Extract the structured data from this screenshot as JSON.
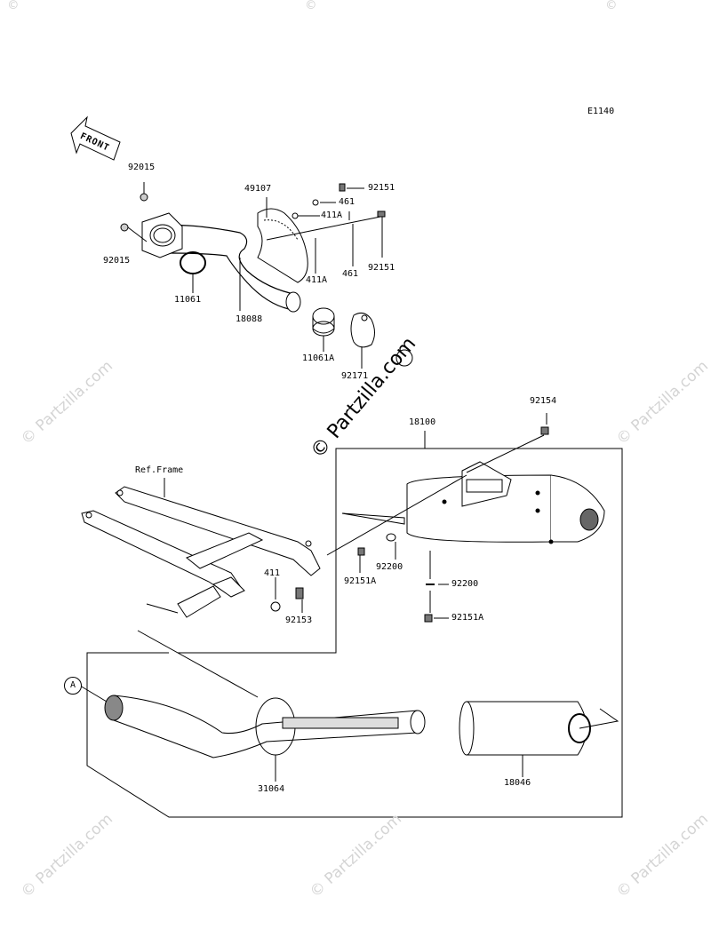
{
  "diagram_code": "E1140",
  "front_label": "FRONT",
  "ref_frame_label": "Ref.Frame",
  "callout_letter": "A",
  "parts": {
    "p92015_top": "92015",
    "p92015_left": "92015",
    "p11061": "11061",
    "p18088": "18088",
    "p49107": "49107",
    "p92151_top": "92151",
    "p461_top": "461",
    "p411A_top": "411A",
    "p411A_bottom": "411A",
    "p461_bottom": "461",
    "p92151_mid": "92151",
    "p11061A": "11061A",
    "p92171": "92171",
    "p18100": "18100",
    "p92154": "92154",
    "p92200_left": "92200",
    "p92151A_left": "92151A",
    "p92200_right": "92200",
    "p92151A_right": "92151A",
    "p411": "411",
    "p92153": "92153",
    "p31064": "31064",
    "p18046": "18046"
  },
  "watermarks": {
    "copyright": "© Partzilla.com",
    "symbol": "©"
  },
  "colors": {
    "line": "#000000",
    "watermark": "#d4d4d4",
    "background": "#ffffff"
  }
}
